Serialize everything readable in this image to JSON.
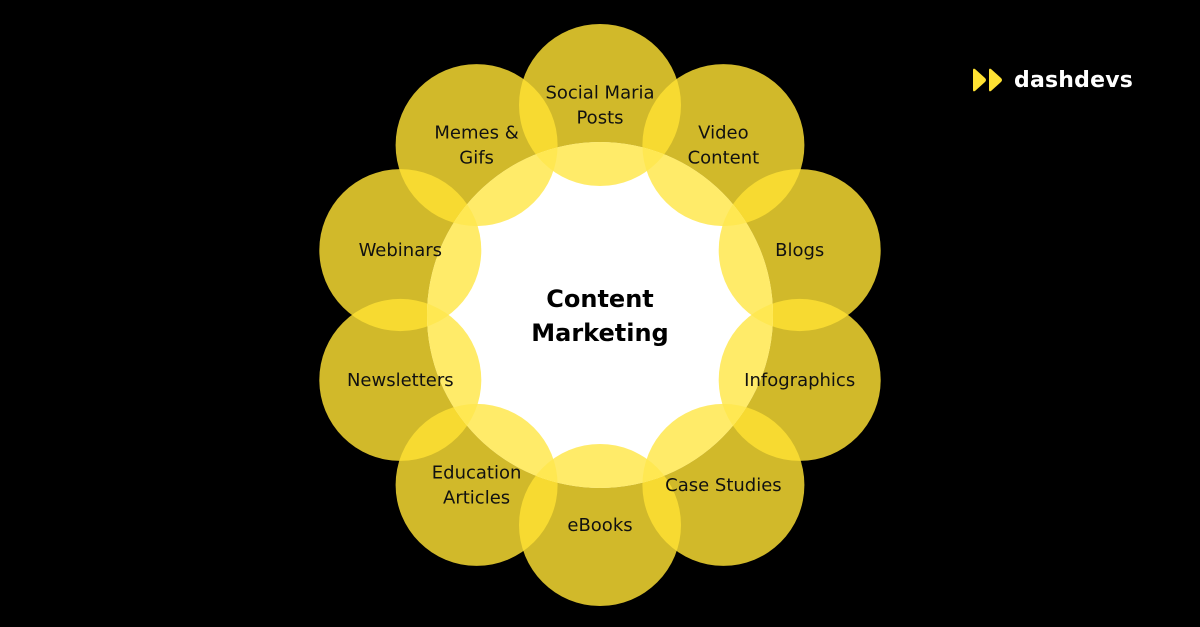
{
  "brand": {
    "name": "dashdevs",
    "accent_color": "#FFE233",
    "icon": "double-play-arrows-icon"
  },
  "diagram": {
    "center": {
      "line1": "Content",
      "line2": "Marketing"
    },
    "nodes": [
      {
        "id": "social-media-posts",
        "lines": [
          "Social Maria",
          "Posts"
        ]
      },
      {
        "id": "video-content",
        "lines": [
          "Video",
          "Content"
        ]
      },
      {
        "id": "blogs",
        "lines": [
          "Blogs"
        ]
      },
      {
        "id": "infographics",
        "lines": [
          "Infographics"
        ]
      },
      {
        "id": "case-studies",
        "lines": [
          "Case Studies"
        ]
      },
      {
        "id": "ebooks",
        "lines": [
          "eBooks"
        ]
      },
      {
        "id": "education-articles",
        "lines": [
          "Education",
          "Articles"
        ]
      },
      {
        "id": "newsletters",
        "lines": [
          "Newsletters"
        ]
      },
      {
        "id": "webinars",
        "lines": [
          "Webinars"
        ]
      },
      {
        "id": "memes-gifs",
        "lines": [
          "Memes &",
          "Gifs"
        ]
      }
    ],
    "colors": {
      "background": "#000000",
      "petal_fill": "#FFE233",
      "center_fill": "#FFFFFF",
      "overlap_fill": "#FFE84F"
    }
  }
}
